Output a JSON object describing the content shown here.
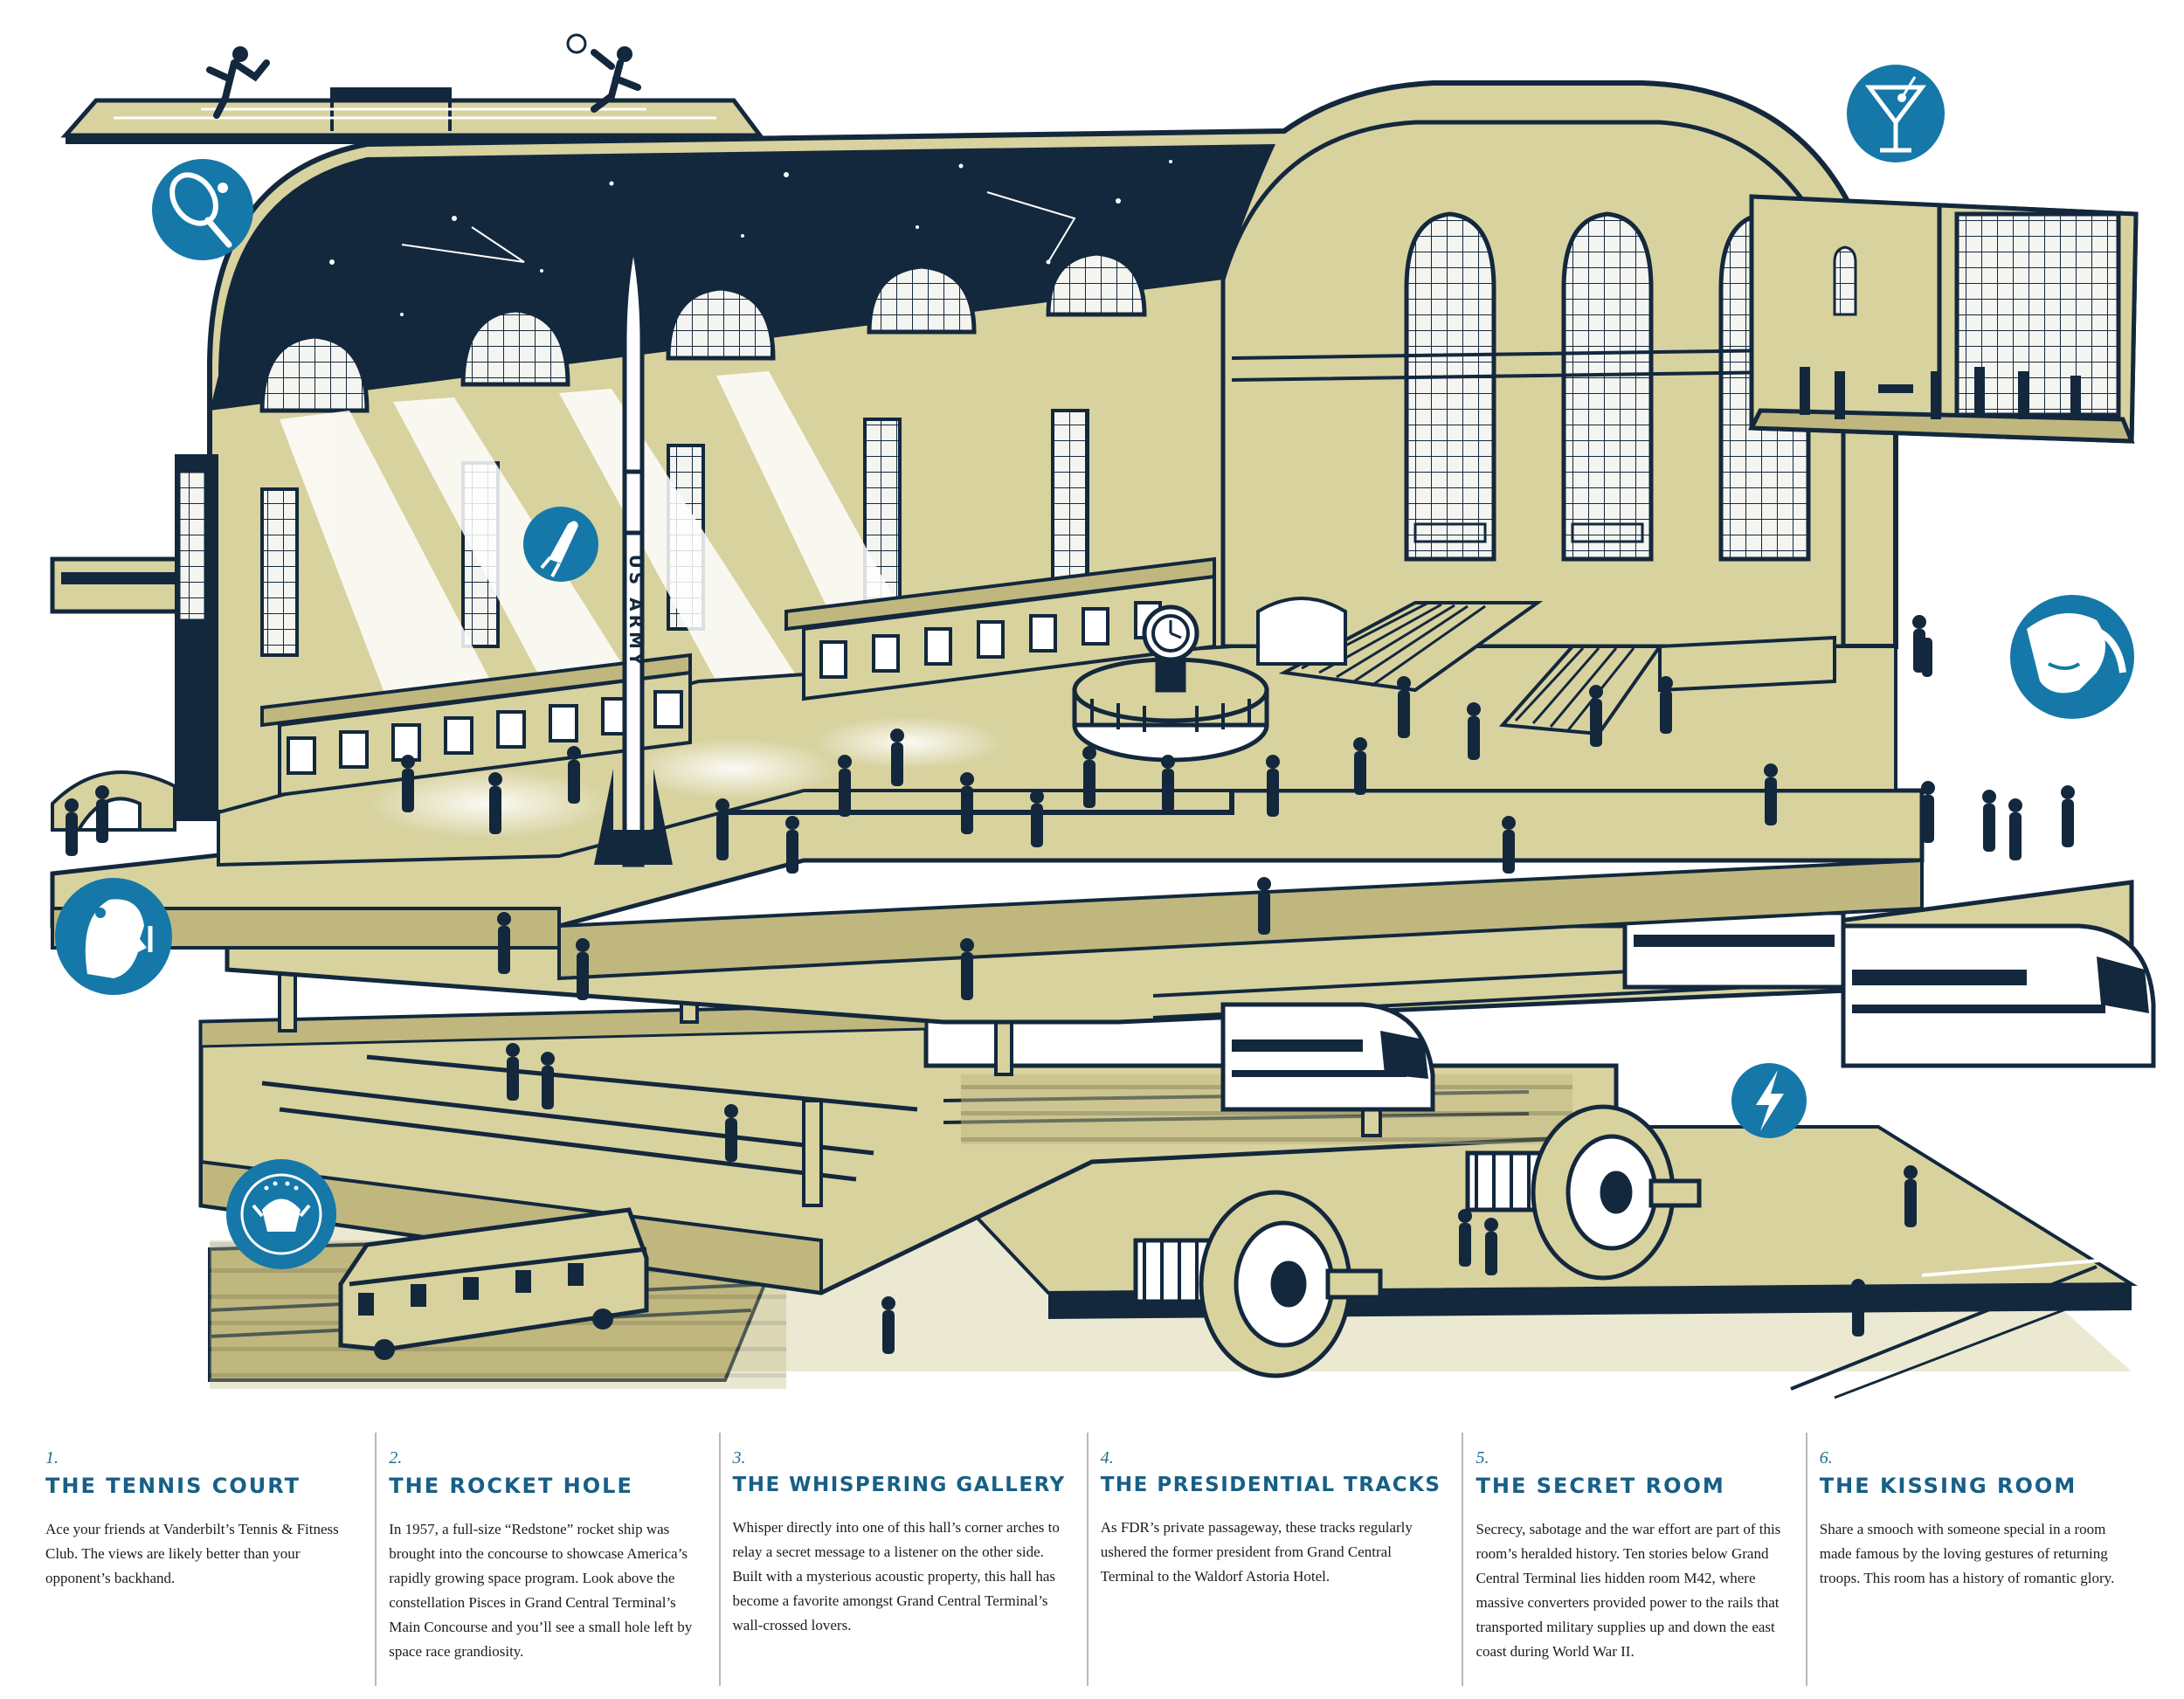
{
  "illustration": {
    "rocket_text": "US ARMY",
    "palette": {
      "khaki": "#d8d29f",
      "khaki_dark": "#bfb77e",
      "navy": "#13283d",
      "badge_blue": "#1578a8",
      "white": "#ffffff"
    },
    "badges": [
      {
        "icon": "tennis-racket-icon"
      },
      {
        "icon": "martini-glass-icon"
      },
      {
        "icon": "rocket-icon"
      },
      {
        "icon": "whisper-profile-icon"
      },
      {
        "icon": "kissing-couple-icon"
      },
      {
        "icon": "lightning-bolt-icon"
      },
      {
        "icon": "presidential-seal-icon"
      }
    ]
  },
  "captions": [
    {
      "number": "1.",
      "title": "THE TENNIS COURT",
      "body": "Ace your friends at Vanderbilt’s Tennis & Fitness Club. The views are likely better than your opponent’s backhand."
    },
    {
      "number": "2.",
      "title": "THE ROCKET HOLE",
      "body": "In 1957, a full-size “Redstone” rocket ship was brought into the concourse to showcase America’s rapidly growing space program. Look above the constellation Pisces in Grand Central Terminal’s Main Concourse and you’ll see a small hole left by space race grandiosity."
    },
    {
      "number": "3.",
      "title": "THE WHISPERING GALLERY",
      "body": "Whisper directly into one of this hall’s corner arches to relay a secret message to a listener on the other side. Built with a mysterious acoustic property, this hall has become a favorite amongst Grand Central Terminal’s wall-crossed lovers."
    },
    {
      "number": "4.",
      "title": "THE PRESIDENTIAL TRACKS",
      "body": "As FDR’s private passageway, these tracks regularly ushered the former president from Grand Central Terminal to the Waldorf Astoria Hotel."
    },
    {
      "number": "5.",
      "title": "THE SECRET ROOM",
      "body": "Secrecy, sabotage and the war effort are part of this room’s heralded history. Ten stories below Grand Central Terminal lies hidden room M42, where massive converters provided power to the rails that transported military supplies up and down the east coast during World War II."
    },
    {
      "number": "6.",
      "title": "THE KISSING ROOM",
      "body": "Share a smooch with someone special in a room made famous by the loving gestures of returning troops. This room has a history of romantic glory."
    }
  ]
}
